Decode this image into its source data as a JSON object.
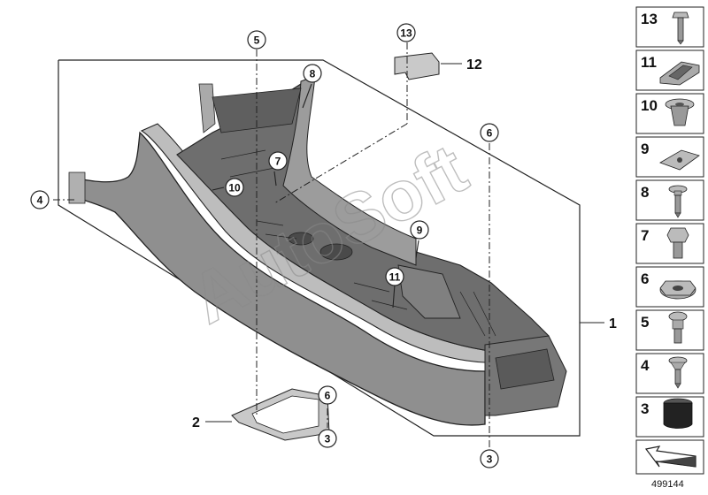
{
  "diagram": {
    "leader_labels": {
      "p1": "1",
      "p2": "2",
      "p12": "12"
    },
    "callouts": {
      "c5": "5",
      "c13": "13",
      "c8": "8",
      "c7": "7",
      "c10": "10",
      "c4": "4",
      "c6_right": "6",
      "c9": "9",
      "c11": "11",
      "c6_bottom": "6",
      "c3_bottom": "3",
      "c3_right": "3"
    },
    "watermark": "AutoSoft",
    "reference_number": "499144"
  },
  "parts_panel": {
    "items": [
      {
        "number": "13",
        "icon": "hex-bolt-long-icon"
      },
      {
        "number": "11",
        "icon": "clip-bracket-icon"
      },
      {
        "number": "10",
        "icon": "expanding-rivet-icon"
      },
      {
        "number": "9",
        "icon": "spring-nut-icon"
      },
      {
        "number": "8",
        "icon": "torx-screw-long-icon"
      },
      {
        "number": "7",
        "icon": "hex-bolt-short-icon"
      },
      {
        "number": "6",
        "icon": "hex-flange-nut-icon"
      },
      {
        "number": "5",
        "icon": "torx-screw-short-icon"
      },
      {
        "number": "4",
        "icon": "flat-head-screw-icon"
      },
      {
        "number": "3",
        "icon": "rubber-buffer-icon"
      },
      {
        "number": "",
        "icon": "arrow-return-icon"
      }
    ]
  }
}
